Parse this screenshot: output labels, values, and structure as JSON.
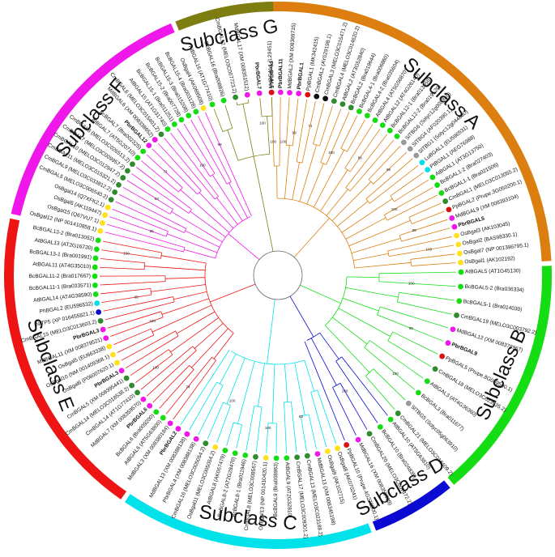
{
  "colors": {
    "A": "#dc7f10",
    "B": "#14dd14",
    "C": "#00e2ea",
    "D": "#0a0ad2",
    "E": "#ee1414",
    "F": "#ef17ea",
    "G": "#7d7d12"
  },
  "subclasses": [
    {
      "id": "A",
      "label": "Subclass A",
      "color": "#dc7f10",
      "arc": [
        -3,
        87
      ]
    },
    {
      "id": "B",
      "label": "Subclass B",
      "color": "#14dd14",
      "arc": [
        88,
        140
      ]
    },
    {
      "id": "D",
      "label": "Subclass D",
      "color": "#0a0ad2",
      "arc": [
        141,
        159
      ]
    },
    {
      "id": "C",
      "label": "Subclass C",
      "color": "#00e2ea",
      "arc": [
        160,
        214
      ]
    },
    {
      "id": "E",
      "label": "Subclass E",
      "color": "#ee1414",
      "arc": [
        215,
        282
      ]
    },
    {
      "id": "F",
      "label": "Subclass F",
      "color": "#ef17ea",
      "arc": [
        283,
        337
      ]
    },
    {
      "id": "G",
      "label": "Subclass G",
      "color": "#7d7d12",
      "arc": [
        338,
        359
      ]
    }
  ],
  "leaves": [
    {
      "label": "MdBGAL1 (L29451)",
      "group": "A",
      "dot": "#ef17ea"
    },
    {
      "label": "PbrBGAL11",
      "group": "A",
      "dot": "#ef17ea",
      "bold": true
    },
    {
      "label": "MdBGAL2 (XM 008369715)",
      "group": "A",
      "dot": "#ef17ea"
    },
    {
      "label": "PbrBGAL1",
      "group": "A",
      "dot": "#ef17ea",
      "bold": true
    },
    {
      "label": "PpBGAL1 (MK342415)",
      "group": "A",
      "dot": "#dc1010"
    },
    {
      "label": "CmBGAL2 (AY029198.1)",
      "group": "A",
      "dot": "#111111"
    },
    {
      "label": "CmBGAL3 (MELO3C015471.2)",
      "group": "A",
      "dot": "#111111"
    },
    {
      "label": "CmBGAL4 (MELO3C014620.2)",
      "group": "A",
      "dot": "#2e8b2e"
    },
    {
      "label": "AtBGAL2 (AT3G52840)",
      "group": "A",
      "dot": "#2e8b2e"
    },
    {
      "label": "BcBGAL2 (Bra019644)",
      "group": "A",
      "dot": "#2e8b2e"
    },
    {
      "label": "BcBGAL4-1 (Bra006860)",
      "group": "A",
      "dot": "#14dd14"
    },
    {
      "label": "BcBGAL4-2 (Bra035604)",
      "group": "A",
      "dot": "#14dd14"
    },
    {
      "label": "AtBGAL4 (AT5G56870)",
      "group": "A",
      "dot": "#14dd14"
    },
    {
      "label": "AtBGAL12 (AT4G26140)",
      "group": "A",
      "dot": "#14dd14"
    },
    {
      "label": "BcBGAL12-1 (Bra013956)",
      "group": "A",
      "dot": "#14dd14"
    },
    {
      "label": "BcBGAL12-2 (Bra019120)",
      "group": "A",
      "dot": "#14dd14"
    },
    {
      "label": "SlTBG6 (Solyc12g008840)",
      "group": "A",
      "dot": "#9a9a9a"
    },
    {
      "label": "SlTBG4 (AF020390.1)",
      "group": "A",
      "dot": "#9a9a9a"
    },
    {
      "label": "SlTBG1 (Solyc12g044880)",
      "group": "A",
      "dot": "#9a9a9a"
    },
    {
      "label": "LuBGAL1 (EU596531)",
      "group": "A",
      "dot": "#00e2ea"
    },
    {
      "label": "PtBGAL1 (AEG76988)",
      "group": "A",
      "dot": "#00e2ea"
    },
    {
      "label": "AtBGAL1 (AT3G13750)",
      "group": "A",
      "dot": "#14dd14"
    },
    {
      "label": "BcBGAL1-2 (Bra027403)",
      "group": "A",
      "dot": "#14dd14"
    },
    {
      "label": "BcBGAL1-1 (Bra021506)",
      "group": "A",
      "dot": "#14dd14"
    },
    {
      "label": "CmBGAL1 (MELO3C013055.2)",
      "group": "A",
      "dot": "#2e8b2e"
    },
    {
      "label": "PpBGAL2 (Prupe.3G050200.1)",
      "group": "A",
      "dot": "#dc1010"
    },
    {
      "label": "MdBGAL9 (XM 008393104)",
      "group": "A",
      "dot": "#ef17ea"
    },
    {
      "label": "PbrBGAL5",
      "group": "A",
      "dot": "#ef17ea",
      "bold": true
    },
    {
      "label": "OsBgal3 (AK103045)",
      "group": "A",
      "dot": "#ffe01a"
    },
    {
      "label": "OsBgal2 (BAS98330.1)",
      "group": "A",
      "dot": "#ffe01a"
    },
    {
      "label": "OsBgal7 (NP 001396795.1)",
      "group": "A",
      "dot": "#ffe01a"
    },
    {
      "label": "OsBgal1 (AK102192)",
      "group": "A",
      "dot": "#ffe01a"
    },
    {
      "label": "AtBGAL5 (AT1G45130)",
      "group": "B",
      "dot": "#14dd14"
    },
    {
      "label": "BcBGAL5-2 (Bra036334)",
      "group": "B",
      "dot": "#14dd14"
    },
    {
      "label": "BcBGAL5-1 (Bra014030)",
      "group": "B",
      "dot": "#14dd14"
    },
    {
      "label": "CmBGAL19 (MELO3C003792.2)",
      "group": "B",
      "dot": "#2e8b2e"
    },
    {
      "label": "MdBGAL12 (XM 008378967)",
      "group": "B",
      "dot": "#ef17ea"
    },
    {
      "label": "PbrBGAL9",
      "group": "B",
      "dot": "#ef17ea",
      "bold": true
    },
    {
      "label": "PpBGAL5 (Prupe.8G089500.1)",
      "group": "B",
      "dot": "#dc1010"
    },
    {
      "label": "CmBGAL18 (MELO3C023335.2)",
      "group": "B",
      "dot": "#2e8b2e"
    },
    {
      "label": "AtBGAL3 (AT4G36360)",
      "group": "B",
      "dot": "#14dd14"
    },
    {
      "label": "BcBGAL3 (Bra011677)",
      "group": "B",
      "dot": "#14dd14"
    },
    {
      "label": "SlTBG5 (Solyc05g063910)",
      "group": "B",
      "dot": "#9a9a9a"
    },
    {
      "label": "CmBGAL21 (MELO3C016409.2)",
      "group": "B",
      "dot": "#2e8b2e"
    },
    {
      "label": "AtBGAL10 (AT5G63810)",
      "group": "D",
      "dot": "#14dd14"
    },
    {
      "label": "BcBGAL10 (Bra024835)",
      "group": "D",
      "dot": "#14dd14"
    },
    {
      "label": "CmBGAL20 (MELO3C007872.2)",
      "group": "D",
      "dot": "#2e8b2e"
    },
    {
      "label": "MdBGAL16 (XM 008356989)",
      "group": "D",
      "dot": "#ef17ea"
    },
    {
      "label": "PpBGAL10 (Prupe.4G278500.1)",
      "group": "D",
      "dot": "#dc1010"
    },
    {
      "label": "OsBgal8 (AK070241)",
      "group": "C",
      "dot": "#ffe01a"
    },
    {
      "label": "OsBgal9 (AK102715)",
      "group": "C",
      "dot": "#ffe01a"
    },
    {
      "label": "MdBGAL13 (XM 008345198)",
      "group": "C",
      "dot": "#ef17ea"
    },
    {
      "label": "CmBGAL13 (MELO3C023188.2)",
      "group": "C",
      "dot": "#2e8b2e"
    },
    {
      "label": "CmBGAL17 (MELO3C009301.2)",
      "group": "C",
      "dot": "#2e8b2e"
    },
    {
      "label": "AtBGAL9 (AT2G32810)",
      "group": "C",
      "dot": "#14dd14"
    },
    {
      "label": "BcBGAL9 (Bra008963)",
      "group": "C",
      "dot": "#14dd14"
    },
    {
      "label": "OsBgal13 (NP 001410420.1)",
      "group": "C",
      "dot": "#ffe01a"
    },
    {
      "label": "CmBGAL8 (MELO3C008567)",
      "group": "C",
      "dot": "#2e8b2e"
    },
    {
      "label": "BcBGAL8-1 (Bra011946)",
      "group": "C",
      "dot": "#14dd14"
    },
    {
      "label": "BcBGAL8-2 (AT2G28470)",
      "group": "C",
      "dot": "#14dd14"
    },
    {
      "label": "AtBGAL8 (AK067479)",
      "group": "C",
      "dot": "#14dd14"
    },
    {
      "label": "OsBgal11 (MELO3C005054.2)",
      "group": "C",
      "dot": "#ffe01a"
    },
    {
      "label": "CmBGAL16 (MELO3C005054.2)",
      "group": "C",
      "dot": "#2e8b2e"
    },
    {
      "label": "PbrBGAL4 (XM 008388138)",
      "group": "C",
      "dot": "#ef17ea"
    },
    {
      "label": "MdBGAL13 (XM 008388138)",
      "group": "C",
      "dot": "#ef17ea"
    },
    {
      "label": "PbrBGAL2",
      "group": "C",
      "dot": "#ef17ea",
      "bold": true
    },
    {
      "label": "MdBGAL3 (XM 008380184)",
      "group": "E",
      "dot": "#ef17ea"
    },
    {
      "label": "AtBGAL6 (AT5G63800)",
      "group": "E",
      "dot": "#14dd14"
    },
    {
      "label": "BcBGAL6 (Bra009200)",
      "group": "E",
      "dot": "#14dd14"
    },
    {
      "label": "PbrBGAL6",
      "group": "E",
      "dot": "#ef17ea",
      "bold": true
    },
    {
      "label": "MdBGAL7 (XM 008359570)",
      "group": "E",
      "dot": "#ef17ea"
    },
    {
      "label": "CmBGAL14 (AT1G77410)",
      "group": "E",
      "dot": "#2e8b2e"
    },
    {
      "label": "CmBGAL14 (MELO3C018538.2)",
      "group": "E",
      "dot": "#2e8b2e"
    },
    {
      "label": "CmBGAL5 (XM 008395441)",
      "group": "E",
      "dot": "#2e8b2e"
    },
    {
      "label": "PbrBGAL3",
      "group": "E",
      "dot": "#ef17ea",
      "bold": true
    },
    {
      "label": "OsBgal6 (P06007620.1)",
      "group": "E",
      "dot": "#ffe01a"
    },
    {
      "label": "OsBgal10 (NM 001409368.1)",
      "group": "E",
      "dot": "#ffe01a"
    },
    {
      "label": "OsBgal5 (EU663338)",
      "group": "E",
      "dot": "#ffe01a"
    },
    {
      "label": "MdBGAL11 (XM 008379521)",
      "group": "E",
      "dot": "#ef17ea"
    },
    {
      "label": "PbrBGAL3",
      "group": "E",
      "dot": "#ef17ea",
      "bold": true
    },
    {
      "label": "CmBGAL15 (MELO3C013603.2)",
      "group": "E",
      "dot": "#2e8b2e"
    },
    {
      "label": "NtTP5 (XP 016455821.1)",
      "group": "E",
      "dot": "#0a0ad2"
    },
    {
      "label": "PhBGAL2 (EU596532)",
      "group": "E",
      "dot": "#00e2ea"
    },
    {
      "label": "AtBGAL14 (AT4G38590)",
      "group": "E",
      "dot": "#14dd14"
    },
    {
      "label": "BcBGAL11-1 (Bra033571)",
      "group": "E",
      "dot": "#14dd14"
    },
    {
      "label": "BcBGAL11-2 (Bra017667)",
      "group": "E",
      "dot": "#14dd14"
    },
    {
      "label": "AtBGAL11 (AT4G35010)",
      "group": "E",
      "dot": "#14dd14"
    },
    {
      "label": "BcBGAL13-1 (Bra001991)",
      "group": "E",
      "dot": "#14dd14"
    },
    {
      "label": "AtBGAL13 (AT2G16730)",
      "group": "E",
      "dot": "#14dd14"
    },
    {
      "label": "BcBGAL13-2 (Bra013052)",
      "group": "E",
      "dot": "#14dd14"
    },
    {
      "label": "OsBgal12 (NP 001410858.1)",
      "group": "F",
      "dot": "#ffe01a"
    },
    {
      "label": "OsBgal15 (Q67VU7.1)",
      "group": "F",
      "dot": "#ffe01a"
    },
    {
      "label": "OsBgal5 (AK119447)",
      "group": "F",
      "dot": "#ffe01a"
    },
    {
      "label": "OsBgal14 (Q7XFK2.1)",
      "group": "F",
      "dot": "#ffe01a"
    },
    {
      "label": "CmBGAL5 (MELO3C006540.2)",
      "group": "F",
      "dot": "#2e8b2e"
    },
    {
      "label": "CmBGAL9 (MELO3C033812.2)",
      "group": "F",
      "dot": "#2e8b2e"
    },
    {
      "label": "CmBGAL11 (MELO3C015321.2)",
      "group": "F",
      "dot": "#2e8b2e"
    },
    {
      "label": "CmBGAL10 (MELO3C012947.2)",
      "group": "F",
      "dot": "#2e8b2e"
    },
    {
      "label": "CmBGAL7 (MELO3C009957.2)",
      "group": "F",
      "dot": "#2e8b2e"
    },
    {
      "label": "CmBGAL8 (MELO3C026513.2)",
      "group": "F",
      "dot": "#2e8b2e"
    },
    {
      "label": "AtBGAL7 (AT5G20710)",
      "group": "F",
      "dot": "#14dd14"
    },
    {
      "label": "BcBGAL7 (Bra002325)",
      "group": "F",
      "dot": "#14dd14"
    },
    {
      "label": "PbrBGAL12",
      "group": "F",
      "dot": "#ef17ea",
      "bold": true
    },
    {
      "label": "MdBGAL6 (XM 008338652)",
      "group": "F",
      "dot": "#ef17ea"
    },
    {
      "label": "CmBGAL6 (MELO3C015401.2)",
      "group": "F",
      "dot": "#2e8b2e"
    },
    {
      "label": "AtBGAL15 (AT1G31740)",
      "group": "F",
      "dot": "#14dd14"
    },
    {
      "label": "BcBGAL15-1 (Bra011251)",
      "group": "F",
      "dot": "#14dd14"
    },
    {
      "label": "BcBGAL15-2 (Bra007728)",
      "group": "F",
      "dot": "#14dd14"
    },
    {
      "label": "BcBGAL15-3 (Bra015208)",
      "group": "F",
      "dot": "#14dd14"
    },
    {
      "label": "BcBGAL15-4 (Bra003128)",
      "group": "F",
      "dot": "#14dd14"
    },
    {
      "label": "OsBgal4 (AK069508)",
      "group": "F",
      "dot": "#ffe01a"
    },
    {
      "label": "AtBGAL16 (AT1G77410)",
      "group": "G",
      "dot": "#14dd14"
    },
    {
      "label": "BcBGAL16 (Bra008826)",
      "group": "G",
      "dot": "#14dd14"
    },
    {
      "label": "CmBGAL12 (MELO3C007723.2)",
      "group": "G",
      "dot": "#2e8b2e"
    },
    {
      "label": "MdBGAL17 (XM 008351512)",
      "group": "G",
      "dot": "#ef17ea"
    },
    {
      "label": "PbrBGAL7",
      "group": "G",
      "dot": "#ef17ea",
      "bold": true
    },
    {
      "label": "PbrBGAL6",
      "group": "G",
      "dot": "#dc1010",
      "bold": true
    }
  ],
  "bootstraps": [
    {
      "value": "100",
      "group": "A",
      "index": 1.5
    },
    {
      "value": "99",
      "group": "A",
      "index": 3
    },
    {
      "value": "71",
      "group": "A",
      "index": 5
    },
    {
      "value": "100",
      "group": "A",
      "index": 9
    },
    {
      "value": "86",
      "group": "A",
      "index": 13
    },
    {
      "value": "88",
      "group": "A",
      "index": 17
    },
    {
      "value": "100",
      "group": "A",
      "index": 22
    },
    {
      "value": "99",
      "group": "A",
      "index": 26
    },
    {
      "value": "100",
      "group": "A",
      "index": 29
    },
    {
      "value": "100",
      "group": "B",
      "index": 33
    },
    {
      "value": "99",
      "group": "B",
      "index": 37
    },
    {
      "value": "100",
      "group": "B",
      "index": 41
    },
    {
      "value": "100",
      "group": "D",
      "index": 46
    },
    {
      "value": "63",
      "group": "C",
      "index": 52
    },
    {
      "value": "100",
      "group": "C",
      "index": 56
    },
    {
      "value": "100",
      "group": "C",
      "index": 61
    },
    {
      "value": "74",
      "group": "E",
      "index": 67
    },
    {
      "value": "100",
      "group": "E",
      "index": 72
    },
    {
      "value": "100",
      "group": "E",
      "index": 78
    },
    {
      "value": "88",
      "group": "E",
      "index": 82
    },
    {
      "value": "100",
      "group": "E",
      "index": 88
    },
    {
      "value": "85",
      "group": "F",
      "index": 92
    },
    {
      "value": "63",
      "group": "F",
      "index": 97
    },
    {
      "value": "73",
      "group": "F",
      "index": 101
    },
    {
      "value": "100",
      "group": "F",
      "index": 106
    },
    {
      "value": "99",
      "group": "F",
      "index": 110
    },
    {
      "value": "100",
      "group": "G",
      "index": 115
    },
    {
      "value": "100",
      "group": "G",
      "index": 117
    }
  ]
}
